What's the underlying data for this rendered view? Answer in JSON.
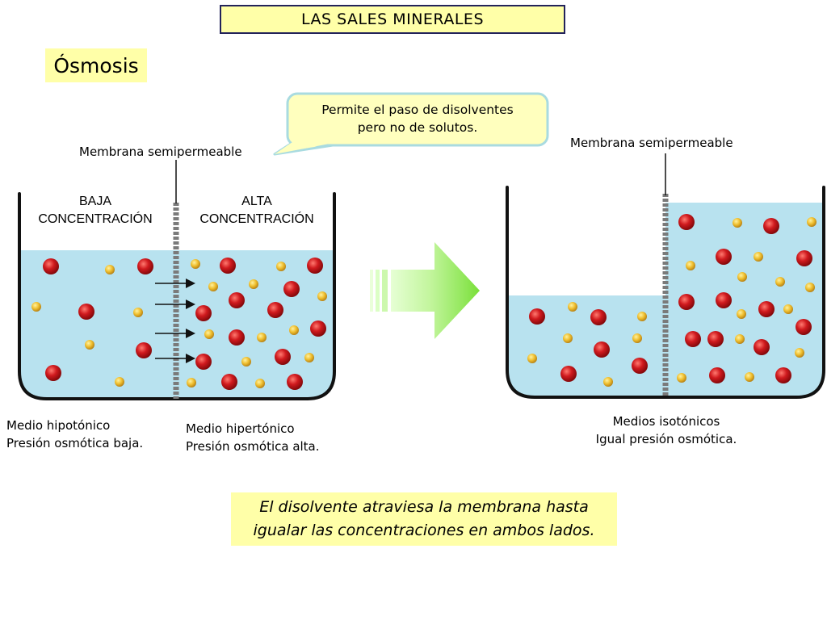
{
  "header": {
    "title": "LAS SALES MINERALES"
  },
  "subtitle": "Ósmosis",
  "callout": {
    "line1": "Permite el paso de disolventes",
    "line2": "pero no de solutos."
  },
  "left_container": {
    "membrane_label": "Membrana semipermeable",
    "left_side": {
      "line1": "BAJA",
      "line2": "CONCENTRACIÓN"
    },
    "right_side": {
      "line1": "ALTA",
      "line2": "CONCENTRACIÓN"
    },
    "hypotonic": {
      "line1": "Medio hipotónico",
      "line2": "Presión osmótica baja."
    },
    "hypertonic": {
      "line1": "Medio hipertónico",
      "line2": "Presión osmótica alta."
    }
  },
  "right_container": {
    "membrane_label": "Membrana semipermeable",
    "isotonic": {
      "line1": "Medios isotónicos",
      "line2": "Igual presión osmótica."
    }
  },
  "conclusion": {
    "line1": "El disolvente atraviesa la membrana hasta",
    "line2": "igualar las concentraciones en ambos lados."
  },
  "colors": {
    "title_bg": "#ffffa8",
    "water": "#b8e2ef",
    "membrane": "#7a7a7a",
    "solute_large": "#c0161a",
    "solute_small": "#f1c33a",
    "arrow": "#99ee55",
    "callout_bg": "#ffffbe",
    "callout_border": "#a9dbe0"
  },
  "icons": {
    "transition_arrow": "right-arrow-icon",
    "flow_arrows": "right-arrow-icon"
  }
}
